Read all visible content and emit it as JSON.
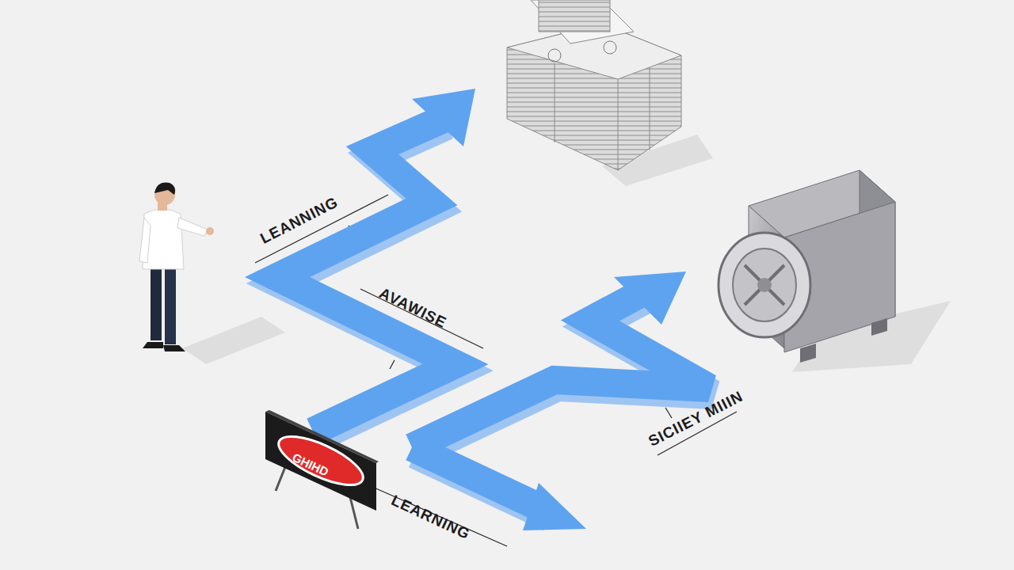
{
  "diagram": {
    "labels": [
      "LEANNING",
      "AVAWISE",
      "GHIHD",
      "LEARNING",
      "SICIIEY MIIIN"
    ]
  }
}
